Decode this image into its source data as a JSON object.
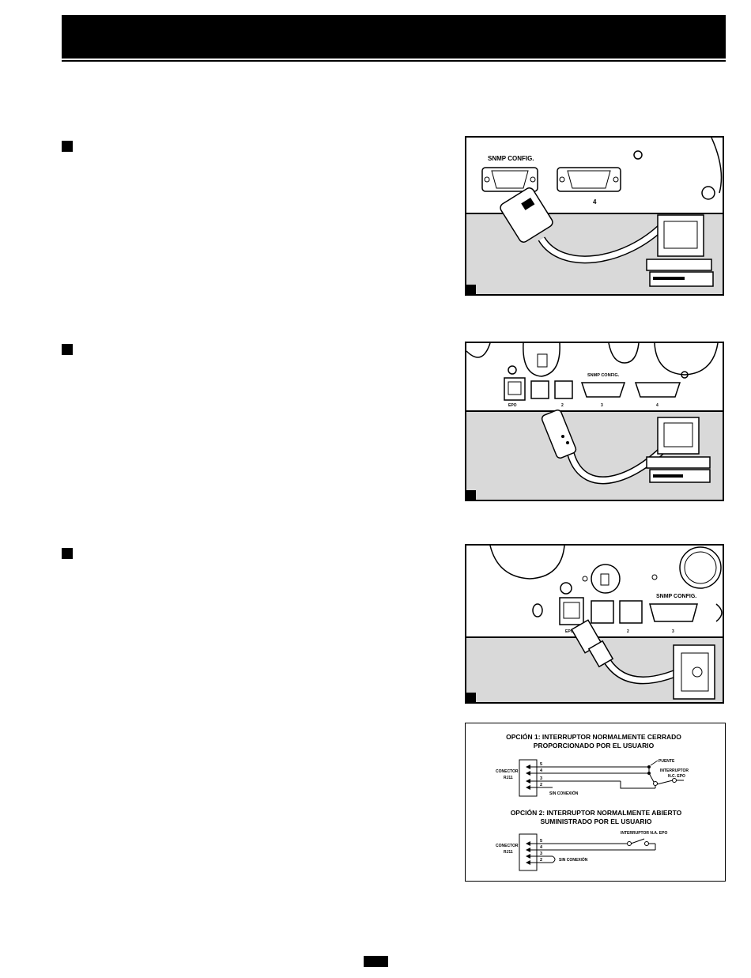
{
  "figures": [
    {
      "id": "snmp",
      "labels": {
        "snmp_config": "SNMP CONFIG.",
        "port_4": "4"
      }
    },
    {
      "id": "usb",
      "labels": {
        "snmp_config": "SNMP CONFIG.",
        "epo": "EPO",
        "port_2": "2",
        "port_3": "3",
        "port_4": "4"
      }
    },
    {
      "id": "epo",
      "labels": {
        "snmp_config": "SNMP CONFIG.",
        "epo": "EPO",
        "port_2": "2",
        "port_3": "3"
      }
    }
  ],
  "wiring": {
    "option1": {
      "title_line1": "OPCIÓN 1: INTERRUPTOR NORMALMENTE CERRADO",
      "title_line2": "PROPORCIONADO POR EL USUARIO",
      "connector_line1": "CONECTOR",
      "connector_line2": "RJ11",
      "bridge": "PUENTE",
      "switch_line1": "INTERRUPTOR",
      "switch_line2": "N.C. EPO",
      "no_connection": "SIN CONEXIÓN",
      "pins": [
        "5",
        "4",
        "3",
        "2"
      ]
    },
    "option2": {
      "title_line1": "OPCIÓN 2: INTERRUPTOR NORMALMENTE ABIERTO",
      "title_line2": "SUMINISTRADO POR EL USUARIO",
      "connector_line1": "CONECTOR",
      "connector_line2": "RJ11",
      "switch": "INTERRUPTOR N.A. EPO",
      "no_connection": "SIN CONEXIÓN",
      "pins": [
        "5",
        "4",
        "3",
        "2"
      ]
    }
  }
}
